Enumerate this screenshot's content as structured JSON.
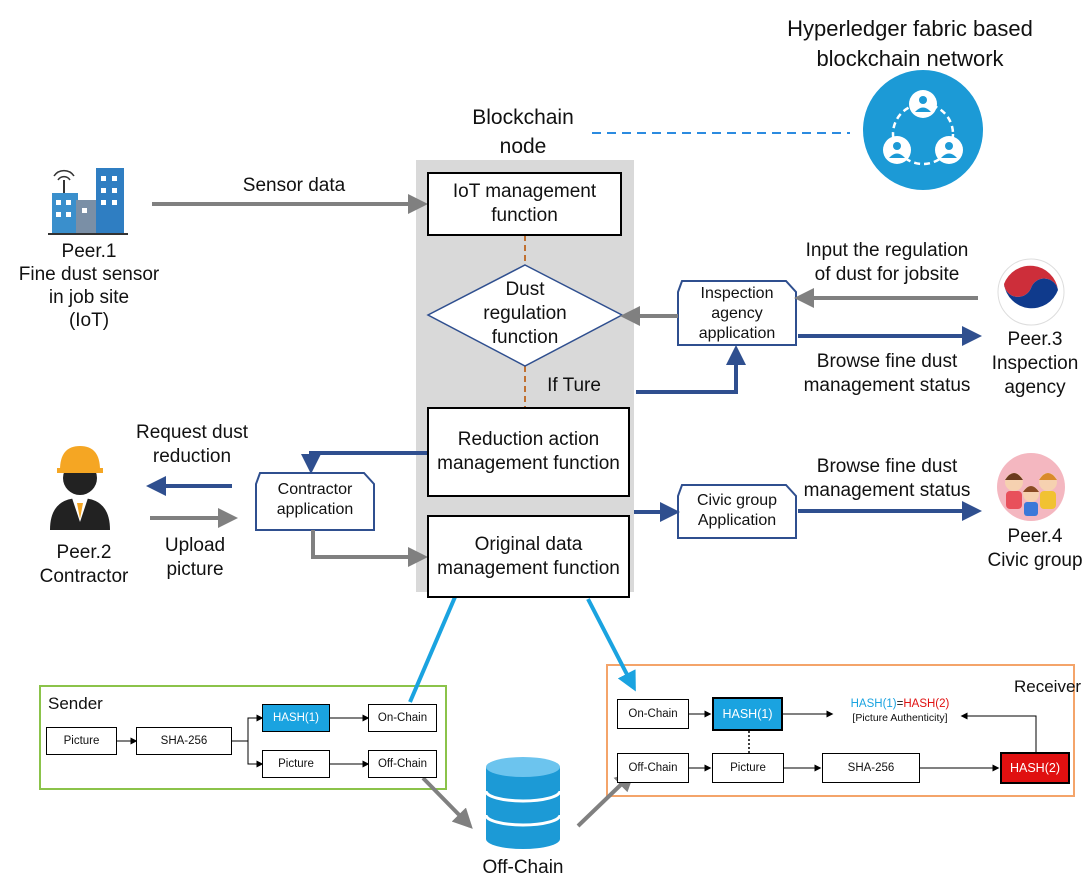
{
  "network": {
    "title_line1": "Hyperledger fabric based",
    "title_line2": "blockchain network"
  },
  "node": {
    "title_line1": "Blockchain",
    "title_line2": "node"
  },
  "functions": {
    "iot": "IoT management function",
    "dust_line1": "Dust",
    "dust_line2": "regulation",
    "dust_line3": "function",
    "reduction": "Reduction action management function",
    "original": "Original data management function"
  },
  "labels": {
    "sensor_data": "Sensor data",
    "if_true": "If Ture",
    "input_reg_line1": "Input the regulation",
    "input_reg_line2": "of dust for jobsite",
    "browse1_line1": "Browse fine dust",
    "browse1_line2": "management status",
    "browse2_line1": "Browse fine dust",
    "browse2_line2": "management status",
    "request_line1": "Request dust",
    "request_line2": "reduction",
    "upload_line1": "Upload",
    "upload_line2": "picture"
  },
  "apps": {
    "inspection_line1": "Inspection",
    "inspection_line2": "agency",
    "inspection_line3": "application",
    "contractor_line1": "Contractor",
    "contractor_line2": "application",
    "civic_line1": "Civic group",
    "civic_line2": "Application"
  },
  "peers": {
    "p1_line1": "Peer.1",
    "p1_line2": "Fine dust sensor",
    "p1_line3": "in job site",
    "p1_line4": "(IoT)",
    "p2_line1": "Peer.2",
    "p2_line2": "Contractor",
    "p3_line1": "Peer.3",
    "p3_line2": "Inspection",
    "p3_line3": "agency",
    "p4_line1": "Peer.4",
    "p4_line2": "Civic group"
  },
  "sender": {
    "title": "Sender",
    "picture": "Picture",
    "sha": "SHA-256",
    "hash": "HASH(1)",
    "on_chain": "On-Chain",
    "picture2": "Picture",
    "off_chain": "Off-Chain"
  },
  "receiver": {
    "title": "Receiver",
    "on_chain": "On-Chain",
    "hash1": "HASH(1)",
    "compare_left": "HASH(1)",
    "compare_eq": "=",
    "compare_right": "HASH(2)",
    "authenticity": "[Picture Authenticity]",
    "off_chain": "Off-Chain",
    "picture": "Picture",
    "sha": "SHA-256",
    "hash2": "HASH(2)"
  },
  "storage": {
    "label": "Off-Chain"
  },
  "colors": {
    "blue_arrow": "#2f4f8f",
    "gray_arrow": "#808080",
    "cyan_arrow": "#1aa3e0",
    "node_bg": "#d9d9d9",
    "sender_border": "#8bc34a",
    "receiver_border": "#f4a46a",
    "hash_blue": "#1aa3e0",
    "hash_red": "#e01010",
    "dashed_line": "#2b8be0",
    "connector_orange": "#c07030"
  }
}
